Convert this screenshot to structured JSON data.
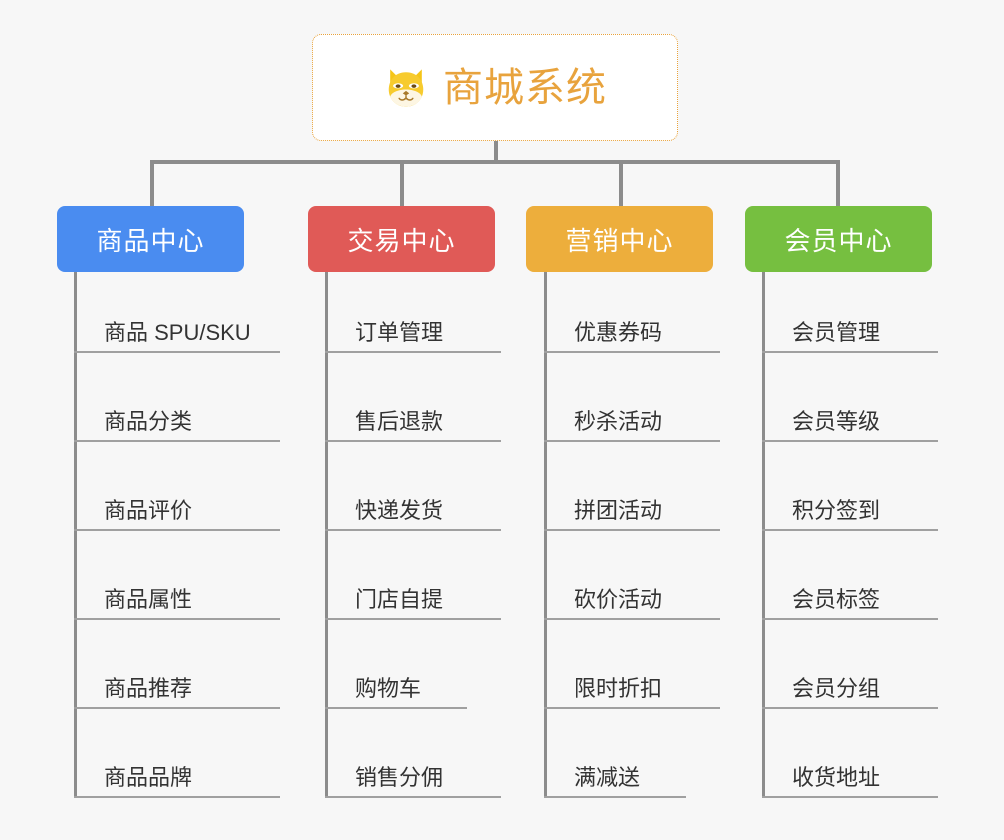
{
  "canvas": {
    "background": "#f7f7f7",
    "connector_color": "#8c8c8c",
    "leaf_rule_color": "#a0a0a0",
    "leaf_text_color": "#333333"
  },
  "root": {
    "title": "商城系统",
    "icon": "shiba-dog-face-icon",
    "text_color": "#e8a33d",
    "border_color": "#e8a33d",
    "fill": "#ffffff"
  },
  "branches": [
    {
      "id": "product-center",
      "title": "商品中心",
      "color": "#4a8cf0",
      "items": [
        "商品 SPU/SKU",
        "商品分类",
        "商品评价",
        "商品属性",
        "商品推荐",
        "商品品牌"
      ]
    },
    {
      "id": "trade-center",
      "title": "交易中心",
      "color": "#e05a57",
      "items": [
        "订单管理",
        "售后退款",
        "快递发货",
        "门店自提",
        "购物车",
        "销售分佣"
      ]
    },
    {
      "id": "marketing-center",
      "title": "营销中心",
      "color": "#edae3c",
      "items": [
        "优惠券码",
        "秒杀活动",
        "拼团活动",
        "砍价活动",
        "限时折扣",
        "满减送"
      ]
    },
    {
      "id": "member-center",
      "title": "会员中心",
      "color": "#76bf40",
      "items": [
        "会员管理",
        "会员等级",
        "积分签到",
        "会员标签",
        "会员分组",
        "收货地址"
      ]
    }
  ]
}
